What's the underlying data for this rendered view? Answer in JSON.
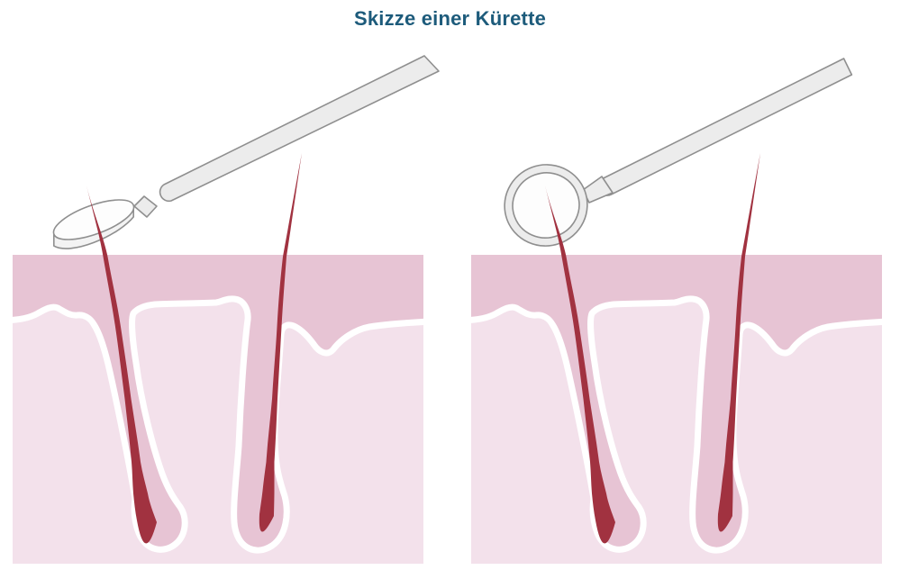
{
  "title": "Skizze einer Kürette",
  "palette": {
    "title_color": "#1d5b7b",
    "epidermis_pink": "#e7c4d4",
    "dermis_pink": "#f3e1eb",
    "follicle_outline_white": "#ffffff",
    "hair_red": "#a13240",
    "tool_fill": "#ececec",
    "tool_stroke": "#8f8f8f"
  },
  "panels": [
    {
      "id": "left",
      "tool": "disc-curette"
    },
    {
      "id": "right",
      "tool": "loop-curette"
    }
  ]
}
